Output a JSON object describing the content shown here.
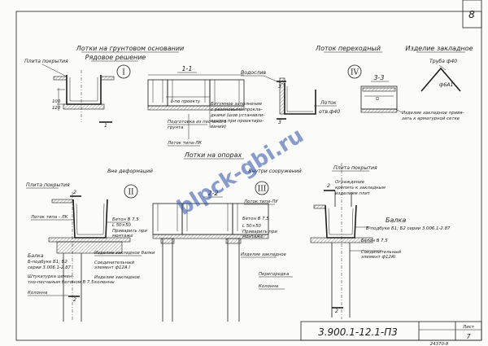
{
  "sheet": {
    "page_number": "8",
    "stamp": "3.900.1-12.1-П3",
    "list_label": "Лист",
    "list_number": "7",
    "archive_number": "24370-8"
  },
  "section_ground": {
    "title": "Лотки на грунтовом основании",
    "subtitle": "Рядовое решение",
    "view1": {
      "label_slab": "Плита покрытия",
      "roman": "I",
      "dim_100": "100",
      "dim_120": "120"
    },
    "view11": {
      "cut": "1-1",
      "l_label": "L-по проекту",
      "callout_bitumen": "Битумное заполнение с резиновыми прокладками (шов устанавливается при проектировании)",
      "callout_base": "Подготовка из песчаного грунта",
      "callout_tray": "Лоток типа-ЛК",
      "mark_1": "1"
    }
  },
  "section_pass": {
    "title": "Лоток переходный",
    "roman": "IV",
    "cut": "3-3",
    "label_water": "Водослив",
    "label_tray": "Лоток",
    "label_rod": "отв.ф40",
    "mark_3": "3"
  },
  "section_embed": {
    "title": "Изделие закладное",
    "label_pipe": "Труба ф40",
    "label_d": "ф6A1",
    "label_mesh": "Изделие закладное привязать к арматурной сетке"
  },
  "section_supports": {
    "title": "Лотки на опорах",
    "sub_outside": "Вне деформаций",
    "sub_joint": "Внутри сооружений",
    "view2": {
      "roman": "II",
      "label_slab": "Плита покрытия",
      "label_tray": "Лоток типа - ЛК",
      "label_concrete": "Бетон В 7,5",
      "label_angle": "L 50×50",
      "label_weld": "Приварить при монтаже",
      "label_embed_beam": "Изделие закладное балки",
      "label_connector": "Соединительный элемент ф12А I",
      "label_embed_col": "Изделие закладное колонны",
      "label_beam": "Балка",
      "label_beam_series": "Б-подбуке Б1; Б2 серии 3.006.1-2.87",
      "label_grout": "Штукатурка цементно-песчаным Бетоном В 7,5",
      "label_column": "Колонна",
      "mark_2": "2"
    },
    "view22": {
      "cut": "2-2",
      "roman": "III",
      "label_tray": "Лоток типа-ЛУ",
      "label_concrete": "Бетон В 7,5",
      "label_angle": "L 50×50",
      "label_weld": "Приварить при монтаже",
      "label_embed": "Изделие закладное",
      "label_partition": "Перегородка",
      "label_column": "Колонна"
    },
    "view3": {
      "label_slab": "Плита покрытия",
      "label_fence": "Ограждение крепить к закладным изделиям плит",
      "label_beam": "Балка",
      "label_beam_series": "Б-подбуке Б1; Б2 серии 3.006.1-2.87",
      "label_concrete": "Бетон В 7,5",
      "label_connector": "Соединительный элемент ф12АI",
      "mark_2": "2"
    }
  },
  "watermark": "blpck-gbi.ru"
}
